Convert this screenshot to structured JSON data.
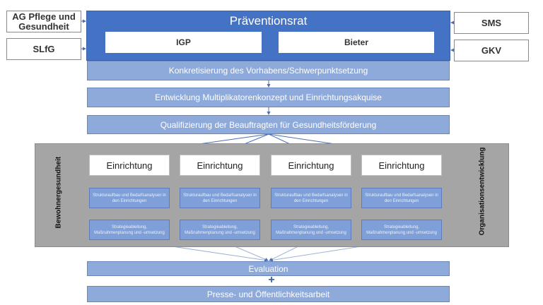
{
  "diagram": {
    "stakeholders_left": [
      {
        "label": "AG Pflege und Gesundheit"
      },
      {
        "label": "SLfG"
      }
    ],
    "stakeholders_right": [
      {
        "label": "SMS"
      },
      {
        "label": "GKV"
      }
    ],
    "council": {
      "title": "Präventionsrat",
      "members": [
        {
          "label": "IGP"
        },
        {
          "label": "Bieter"
        }
      ]
    },
    "steps": [
      {
        "label": "Konkretisierung des Vorhabens/Schwerpunktsetzung"
      },
      {
        "label": "Entwicklung Multiplikatorenkonzept und Einrichtungsakquise"
      },
      {
        "label": "Qualifizierung der Beauftragten für Gesundheitsförderung"
      }
    ],
    "facility_area": {
      "left_label": "Bewohnergesundheit",
      "right_label": "Organisationsentwicklung",
      "columns": [
        {
          "facility": "Einrichtung",
          "step1": "Strukturaufbau und Bedarfsanalysen in den Einrichtungen",
          "step2": "Strategieableitung, Maßnahmenplanung und -umsetzung"
        },
        {
          "facility": "Einrichtung",
          "step1": "Strukturaufbau und Bedarfsanalysen in den Einrichtungen",
          "step2": "Strategieableitung, Maßnahmenplanung und -umsetzung"
        },
        {
          "facility": "Einrichtung",
          "step1": "Strukturaufbau und Bedarfsanalysen in den Einrichtungen",
          "step2": "Strategieableitung, Maßnahmenplanung und -umsetzung"
        },
        {
          "facility": "Einrichtung",
          "step1": "Strukturaufbau und Bedarfsanalysen in den Einrichtungen",
          "step2": "Strategieableitung, Maßnahmenplanung und -umsetzung"
        }
      ]
    },
    "final": {
      "evaluation": "Evaluation",
      "plus": "+",
      "pr": "Presse- und Öffentlichkeitsarbeit"
    },
    "colors": {
      "council_blue": "#4472c4",
      "step_blue": "#8eaadb",
      "small_blue": "#7f9fd8",
      "gray_area": "#a5a5a5",
      "connector": "#4a6fb5"
    }
  }
}
